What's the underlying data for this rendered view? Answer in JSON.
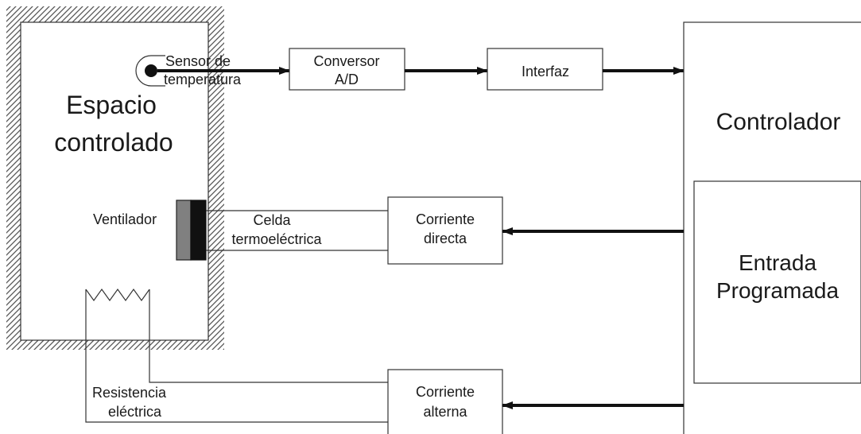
{
  "space": {
    "title_line1": "Espacio",
    "title_line2": "controlado"
  },
  "sensor": {
    "line1": "Sensor de",
    "line2": "temperatura"
  },
  "converter": {
    "line1": "Conversor",
    "line2": "A/D"
  },
  "interface": {
    "label": "Interfaz"
  },
  "controller": {
    "title": "Controlador"
  },
  "programmed_input": {
    "line1": "Entrada",
    "line2": "Programada"
  },
  "fan": {
    "label": "Ventilador"
  },
  "thermo_cell": {
    "line1": "Celda",
    "line2": "termoeléctrica"
  },
  "dc": {
    "line1": "Corriente",
    "line2": "directa"
  },
  "resistor": {
    "line1": "Resistencia",
    "line2": "eléctrica"
  },
  "ac": {
    "line1": "Corriente",
    "line2": "alterna"
  },
  "colors": {
    "line": "#111111",
    "fan_gray": "#808080",
    "fan_black": "#111111",
    "hatch": "#555555"
  }
}
